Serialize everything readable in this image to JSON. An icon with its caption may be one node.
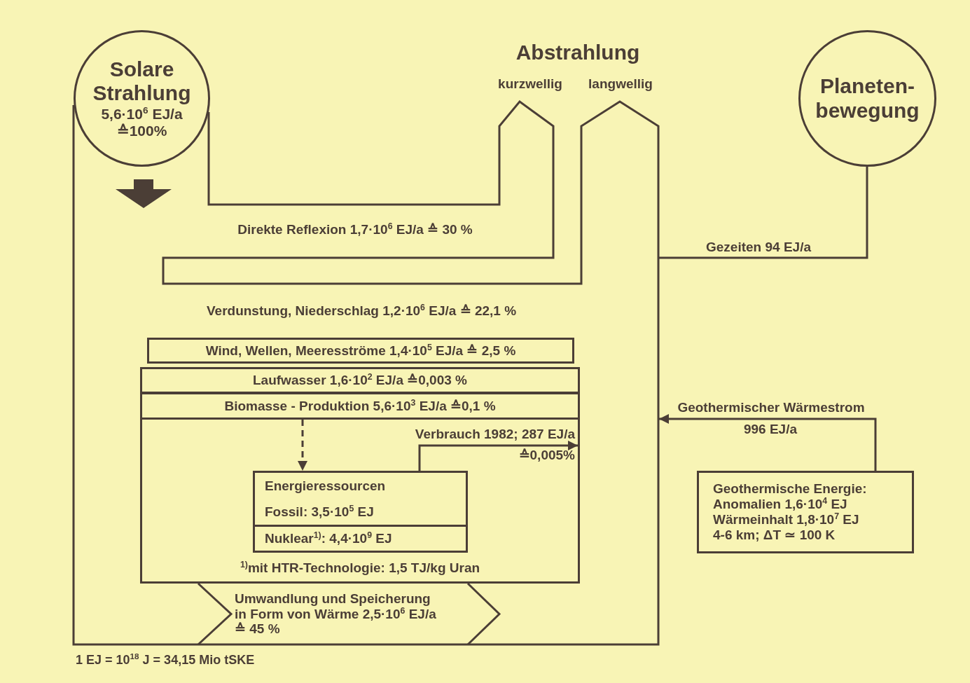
{
  "diagram": {
    "nodes": [
      {
        "text": [
          "Solare Strahlung",
          "5,6·10$^{6}$ EJ/a ≙100%"
        ]
      },
      {
        "text": [
          "Planeten-bewegung"
        ]
      },
      {
        "text": [
          "Wind, Wellen, Meeresströme  1,4·10$^{5}$ EJ/a ≙ 2,5 %"
        ]
      },
      {
        "text": [
          "$^{1)}$mit HTR-Technologie: 1,5 TJ/kg Uran"
        ]
      },
      {
        "text": [
          "Laufwasser 1,6·10$^{2}$ EJ/a ≙0,003 %"
        ],
        "in": 3
      },
      {
        "text": [
          "Biomasse - Produktion 5,6·10$^{3}$ EJ/a ≙0,1 %"
        ],
        "in": 3
      },
      {
        "text": [
          "Energieressourcen",
          "Fossil: 3,5·10$^{5}$ EJ"
        ],
        "in": 3
      },
      {
        "text": [
          "Nuklear$^{1)}$: 4,4·10$^{9}$ EJ"
        ],
        "in": 6
      },
      {
        "text": [
          "Umwandlung und Speicherung in Form von Wärme 2,5·10$^{6}$ EJ/a ≙ 45 %"
        ]
      },
      {
        "text": [
          "Geothermische Energie:",
          "Anomalien 1,6·10$^{4}$ EJ",
          "Wärmeinhalt 1,8·10$^{7}$ EJ",
          "4-6 km; ΔT ≃ 100 K"
        ]
      }
    ],
    "edges": [
      {
        "from": 5,
        "to": 6,
        "arrow": "to",
        "style": "dashed"
      },
      {
        "from": 6,
        "to": 3,
        "arrow": "to"
      },
      {
        "from": 1,
        "to": null,
        "arrow": "none",
        "label": "Gezeiten 94 EJ/a"
      },
      {
        "from": 9,
        "to": null,
        "arrow": "to"
      }
    ],
    "labels": [
      "Abstrahlung",
      "kurzwellig",
      "langwellig",
      "Direkte Reflexion 1,7·10$^{6}$ EJ/a ≙ 30 %",
      "Verdunstung, Niederschlag 1,2·10$^{6}$ EJ/a ≙ 22,1 %",
      "Verbrauch 1982; 287 EJ/a",
      "≙0,005%",
      "Geothermischer Wärmestrom",
      "996 EJ/a",
      "1 EJ = 10$^{18}$ J = 34,15 Mio tSKE"
    ]
  }
}
